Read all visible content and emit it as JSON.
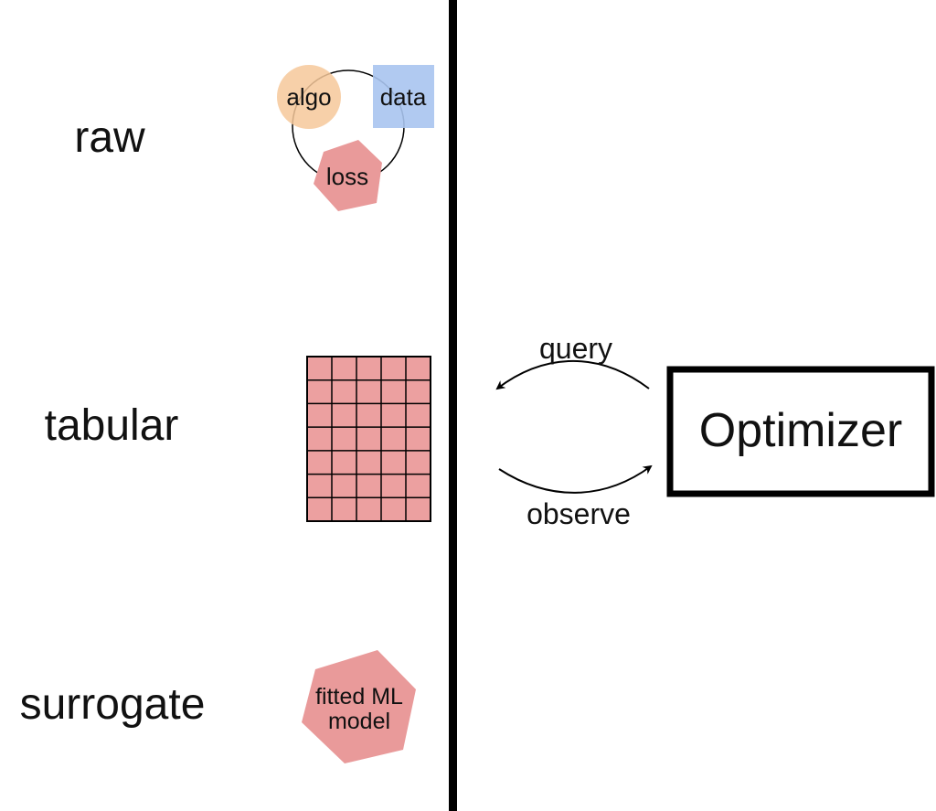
{
  "labels": {
    "raw": "raw",
    "tabular": "tabular",
    "surrogate": "surrogate"
  },
  "raw_cycle": {
    "algo": "algo",
    "data": "data",
    "loss": "loss"
  },
  "surrogate_shape": {
    "line1": "fitted ML",
    "line2": "model"
  },
  "table_grid": {
    "rows": 7,
    "cols": 5
  },
  "arrows": {
    "query": "query",
    "observe": "observe"
  },
  "optimizer": {
    "label": "Optimizer"
  },
  "colors": {
    "algo": "#f6c89a",
    "data": "#a9c4ef",
    "loss": "#e99a9a",
    "table": "#eca0a0",
    "surrogate": "#e99a9a",
    "divider": "#000000"
  }
}
